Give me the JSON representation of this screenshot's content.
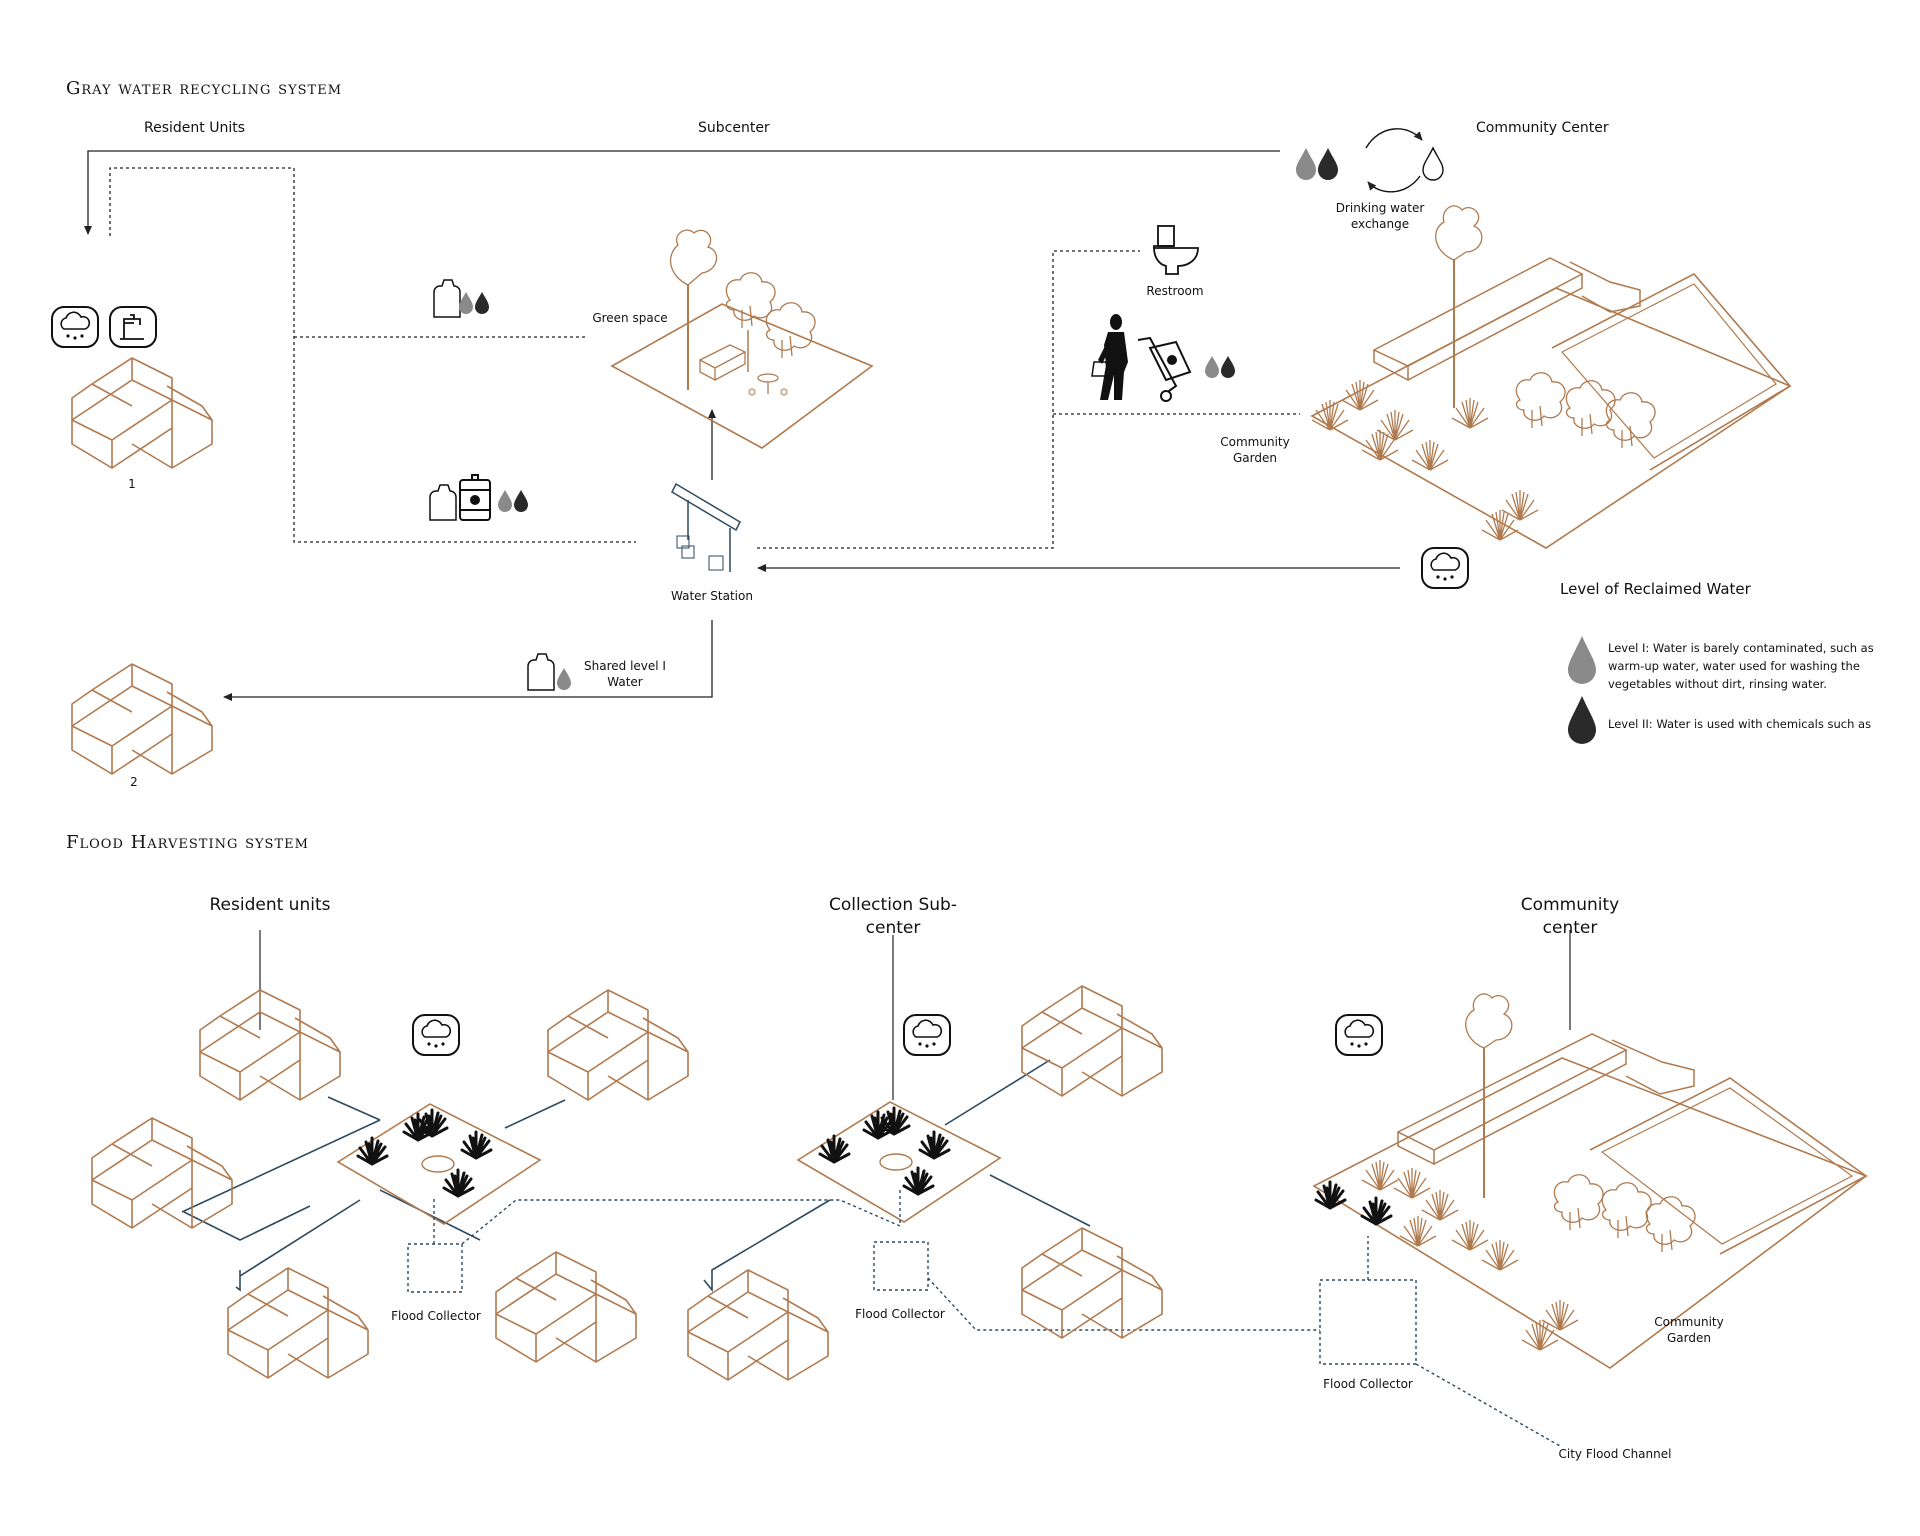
{
  "colors": {
    "building": "#b07a4f",
    "line": "#222222",
    "pipe": "#2e4a5f",
    "level1_drop": "#8a8a8a",
    "level2_drop": "#2a2a2a",
    "icon_stroke": "#111111"
  },
  "gray_water": {
    "heading": "Gray water recycling system",
    "columns": {
      "resident_units": "Resident Units",
      "subcenter": "Subcenter",
      "community_center": "Community Center"
    },
    "labels": {
      "drinking_exchange": "Drinking water exchange",
      "restroom": "Restroom",
      "green_space": "Green space",
      "community_garden": "Community Garden",
      "water_station": "Water Station",
      "shared_water": "Shared level I Water",
      "unit_1": "1",
      "unit_2": "2"
    },
    "icons": [
      "rain-cloud-icon",
      "faucet-icon",
      "toilet-icon",
      "person-walking-icon",
      "water-cart-icon",
      "water-jug-icon",
      "water-barrel-icon",
      "water-drop-icon",
      "cycle-arrows-icon"
    ]
  },
  "legend": {
    "title": "Level of Reclaimed Water",
    "level1": "Level I: Water is barely contaminated, such as warm-up water, water used for washing the vegetables without dirt, rinsing water.",
    "level2": "Level II: Water is used with chemicals such as"
  },
  "flood": {
    "heading": "Flood Harvesting system",
    "resident_units": "Resident units",
    "collection_subcenter": "Collection Sub-center",
    "community_center": "Community center",
    "flood_collector": "Flood Collector",
    "community_garden": "Community Garden",
    "city_channel": "City Flood Channel"
  }
}
